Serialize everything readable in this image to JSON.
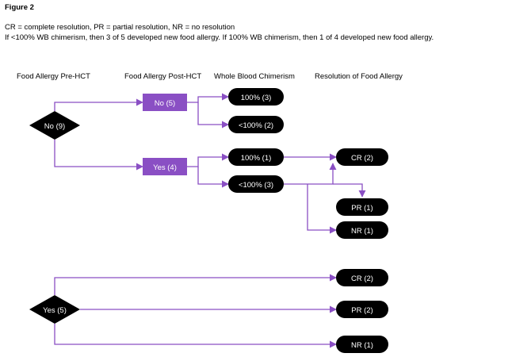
{
  "figure": {
    "title": "Figure 2",
    "legend": "CR = complete resolution, PR = partial resolution, NR = no resolution",
    "note": "If <100% WB chimerism, then 3 of 5 developed new food allergy. If 100% WB chimerism, then 1 of 4 developed new food allergy."
  },
  "headers": {
    "pre": "Food Allergy Pre-HCT",
    "post": "Food Allergy Post-HCT",
    "chimerism": "Whole Blood Chimerism",
    "resolution": "Resolution of Food Allergy"
  },
  "nodes": {
    "pre_no": "No (9)",
    "post_no": "No (5)",
    "post_yes": "Yes (4)",
    "no_100": "100% (3)",
    "no_lt100": "<100% (2)",
    "yes_100": "100% (1)",
    "yes_lt100": "<100% (3)",
    "res_cr": "CR (2)",
    "res_pr": "PR (1)",
    "res_nr": "NR (1)",
    "pre_yes": "Yes (5)",
    "yes_cr": "CR (2)",
    "yes_pr": "PR (2)",
    "yes_nr": "NR (1)"
  },
  "colors": {
    "connector": "#8a4fc4",
    "purple_box": "#8a4fc4",
    "node_fill": "#000000",
    "node_text": "#ffffff"
  }
}
